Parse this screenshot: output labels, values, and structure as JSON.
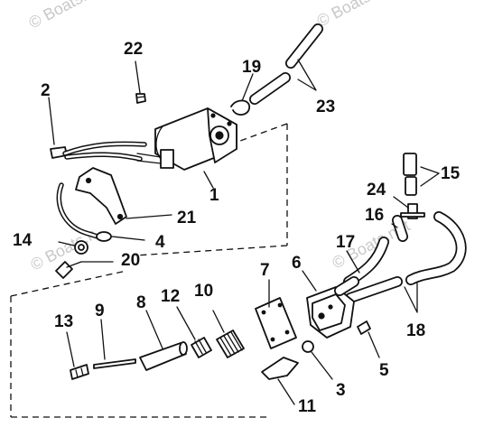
{
  "watermark": {
    "text_top": "© Boats.n",
    "text_mid": "© Boats.n",
    "text_right": "© Boats.n",
    "text_small": "© Boats.net"
  },
  "callouts": {
    "p1": "1",
    "p2": "2",
    "p3": "3",
    "p4": "4",
    "p5": "5",
    "p6": "6",
    "p7": "7",
    "p8": "8",
    "p9": "9",
    "p10": "10",
    "p11": "11",
    "p12": "12",
    "p13": "13",
    "p14": "14",
    "p15": "15",
    "p16": "16",
    "p17": "17",
    "p18": "18",
    "p19": "19",
    "p20": "20",
    "p21": "21",
    "p22": "22",
    "p23": "23",
    "p24": "24"
  }
}
